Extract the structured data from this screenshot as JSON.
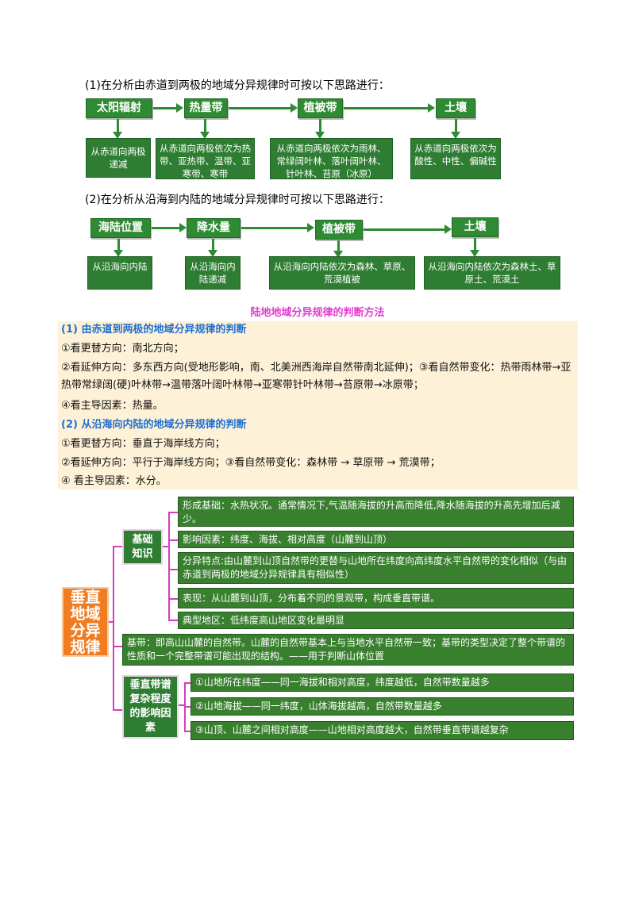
{
  "section1": {
    "heading": "(1)在分析由赤道到两极的地域分异规律时可按以下思路进行：",
    "steps": [
      "太阳辐射",
      "热量带",
      "植被带",
      "土壤"
    ],
    "details": [
      "从赤道向两极递减",
      "从赤道向两极依次为热带、亚热带、温带、亚寒带、寒带",
      "从赤道向两极依次为雨林、常绿阔叶林、落叶阔叶林、针叶林、苔原（冰原）",
      "从赤道向两极依次为酸性、中性、偏碱性"
    ]
  },
  "section2": {
    "heading": "(2)在分析从沿海到内陆的地域分异规律时可按以下思路进行：",
    "steps": [
      "海陆位置",
      "降水量",
      "植被带",
      "土壤"
    ],
    "details": [
      "从沿海向内陆",
      "从沿海向内陆递减",
      "从沿海向内陆依次为森林、草原、荒漠植被",
      "从沿海向内陆依次为森林土、草原土、荒漠土"
    ]
  },
  "method": {
    "title": "陆地地域分异规律的判断方法",
    "lines": [
      "(1) 由赤道到两极的地域分异规律的判断",
      "①看更替方向：南北方向；",
      "②看延伸方向：多东西方向(受地形影响，南、北美洲西海岸自然带南北延伸)；③看自然带变化：热带雨林带→亚热带常绿阔(硬)叶林带→温带落叶阔叶林带→亚寒带针叶林带→苔原带→冰原带；",
      "④看主导因素：热量。",
      "(2) 从沿海向内陆的地域分异规律的判断",
      "①看更替方向：垂直于海岸线方向；",
      "②看延伸方向：平行于海岸线方向；③看自然带变化：森林带 → 草原带 → 荒漠带；",
      "④ 看主导因素：水分。"
    ]
  },
  "mindmap": {
    "root": "垂直地域分异规律",
    "basic_label": "基础知识",
    "basic_items": [
      "形成基础：水热状况。通常情况下,气温随海拔的升高而降低,降水随海拔的升高先增加后减少。",
      "影响因素：纬度、海拔、相对高度（山麓到山顶）",
      "分异特点:由山麓到山顶自然带的更替与山地所在纬度向高纬度水平自然带的变化相似（与由赤道到两极的地域分异规律具有相似性）",
      "表现：从山麓到山顶，分布着不同的景观带，构成垂直带谱。",
      "典型地区：低纬度高山地区变化最明显"
    ],
    "base_belt": "基带：即高山山麓的自然带。山麓的自然带基本上与当地水平自然带一致；基带的类型决定了整个带谱的性质和一个完整带谱可能出现的结构。——用于判断山体位置",
    "complex_label": "垂直带谱复杂程度的影响因素",
    "complex_items": [
      "①山地所在纬度——同一海拔和相对高度，纬度越低，自然带数量越多",
      "②山地海拔——同一纬度，山体海拔越高，自然带数量越多",
      "③山顶、山麓之间相对高度——山地相对高度越大，自然带垂直带谱越复杂"
    ]
  }
}
